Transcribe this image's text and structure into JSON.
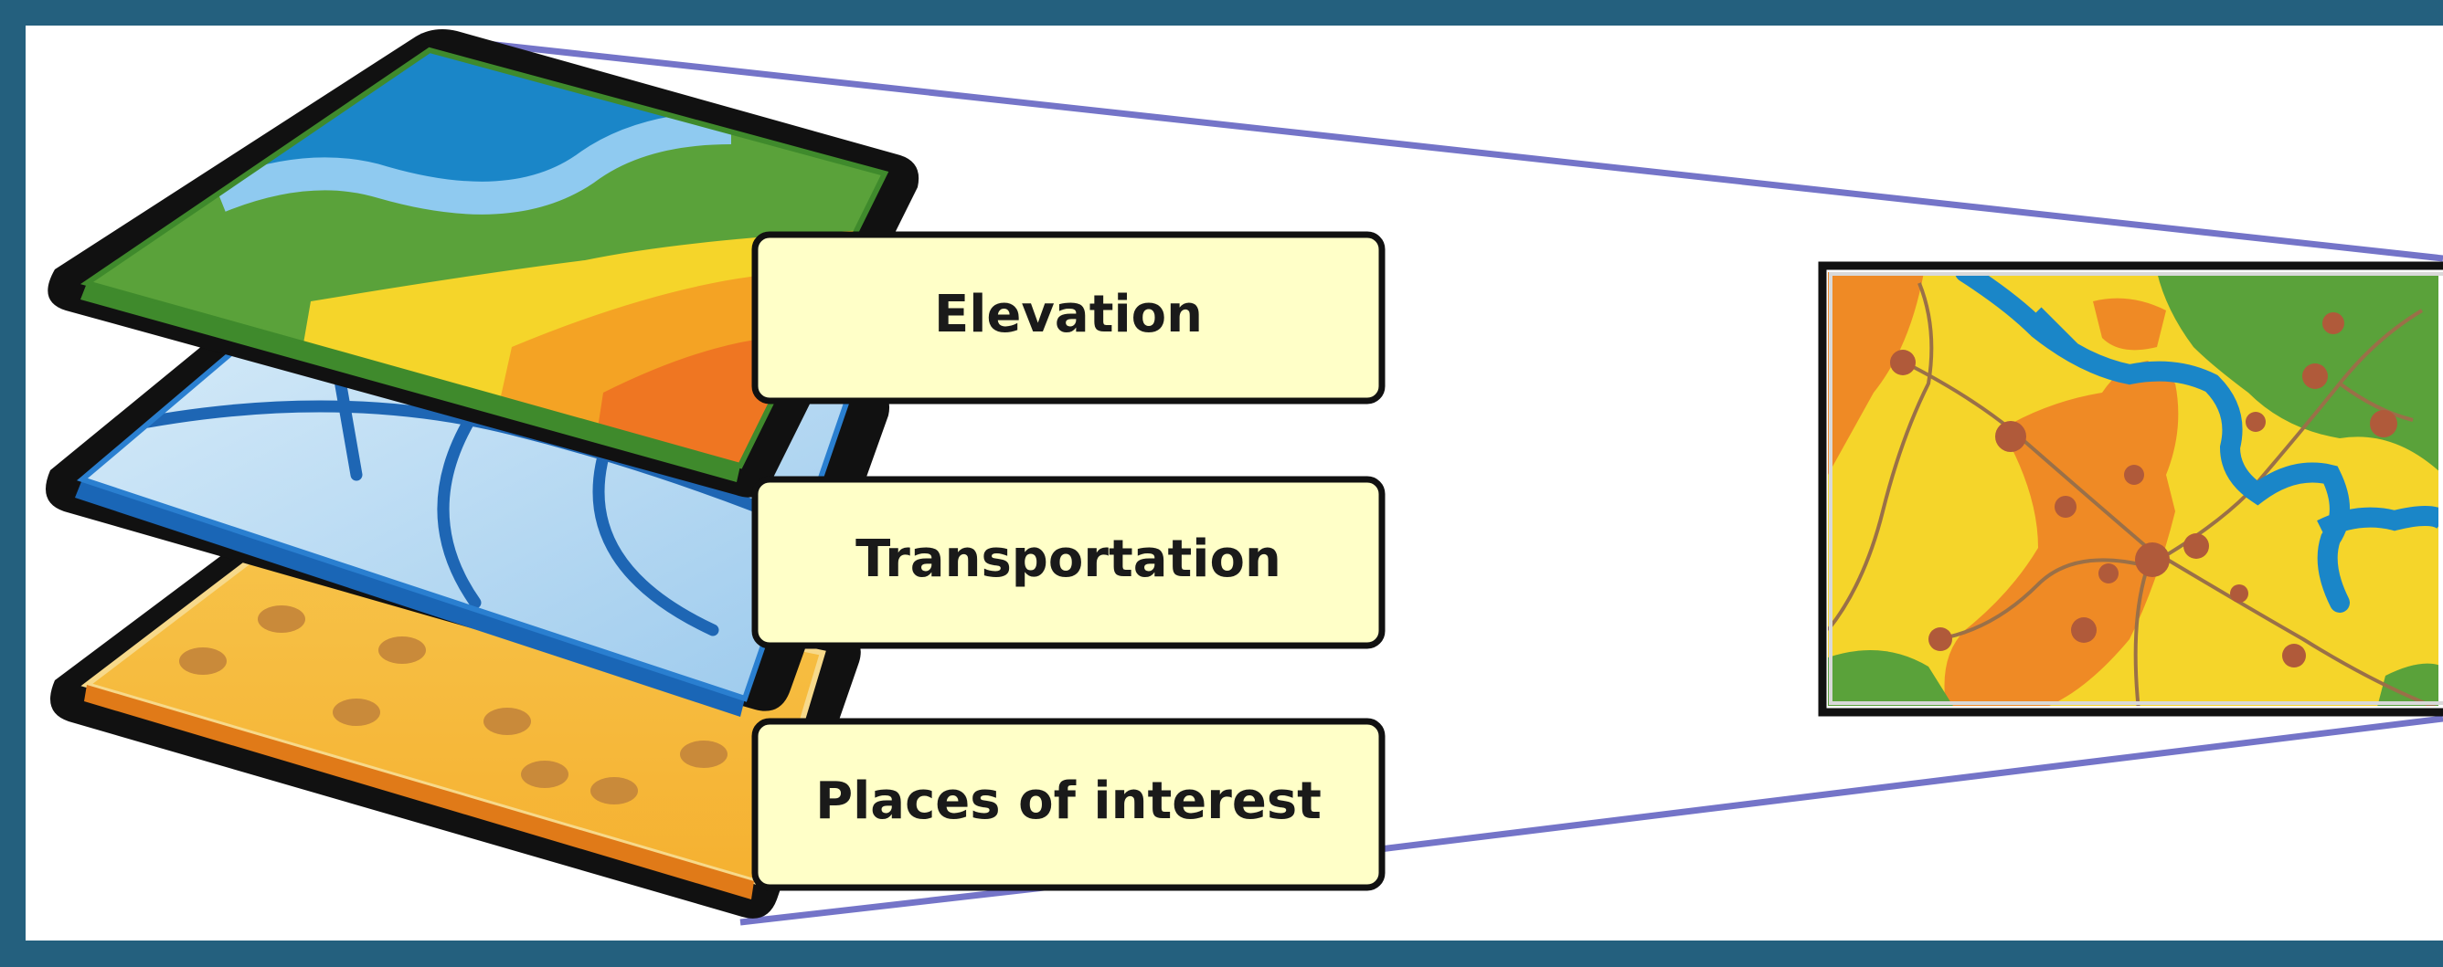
{
  "layers": [
    {
      "id": "elevation",
      "label": "Elevation"
    },
    {
      "id": "transportation",
      "label": "Transportation"
    },
    {
      "id": "places",
      "label": "Places of interest"
    }
  ],
  "colors": {
    "frame_background": "#24607e",
    "panel_background": "#ffffff",
    "connector_line": "#7474c8",
    "label_fill": "#ffffc8",
    "label_border": "#111111",
    "water": "#1a86c8",
    "green": "#5aa23a",
    "yellow": "#f5d52a",
    "orange": "#ef8a25",
    "road": "#9a7048",
    "poi": "#b05a3a"
  }
}
